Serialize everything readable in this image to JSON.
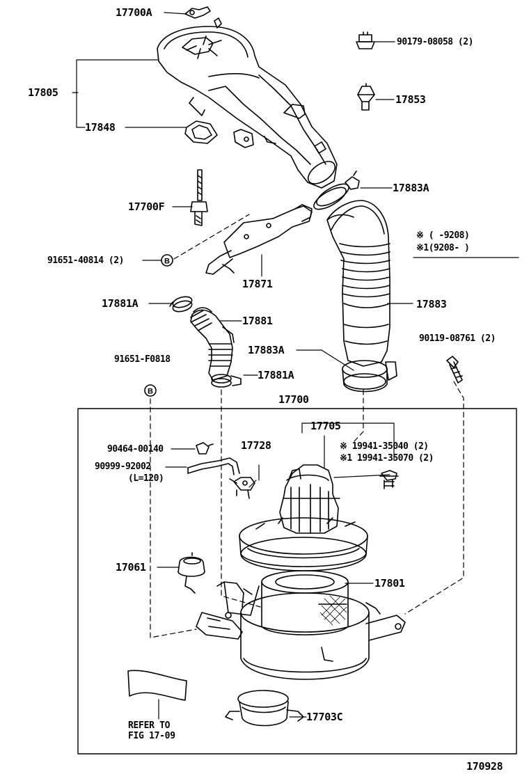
{
  "diagram_id": "170928",
  "labels": {
    "p17700A": "17700A",
    "p90179": "90179-08058 (2)",
    "p17805": "17805",
    "p17853": "17853",
    "p17848": "17848",
    "p17883A_top": "17883A",
    "p17700F": "17700F",
    "legend_a": "※ (      -9208)",
    "legend_b": "※1(9208-      )",
    "p91651_40814": "91651-40814 (2)",
    "p17871": "17871",
    "p17881A_top": "17881A",
    "p17881": "17881",
    "p17883": "17883",
    "p90119": "90119-08761 (2)",
    "p17883A_low": "17883A",
    "p91651_F0818": "91651-F0818",
    "p17881A_low": "17881A",
    "p17700": "17700",
    "p17705": "17705",
    "p90464": "90464-00140",
    "p17728": "17728",
    "p19941_a": "※  19941-35040 (2)",
    "p19941_b": "※1 19941-35070 (2)",
    "p90999": "90999-92002",
    "p90999_len": "(L=120)",
    "p17061": "17061",
    "p17801": "17801",
    "refer_1": "REFER TO",
    "refer_2": "FIG 17-09",
    "p17703C": "17703C"
  },
  "markers": {
    "b_symbol": "B"
  }
}
